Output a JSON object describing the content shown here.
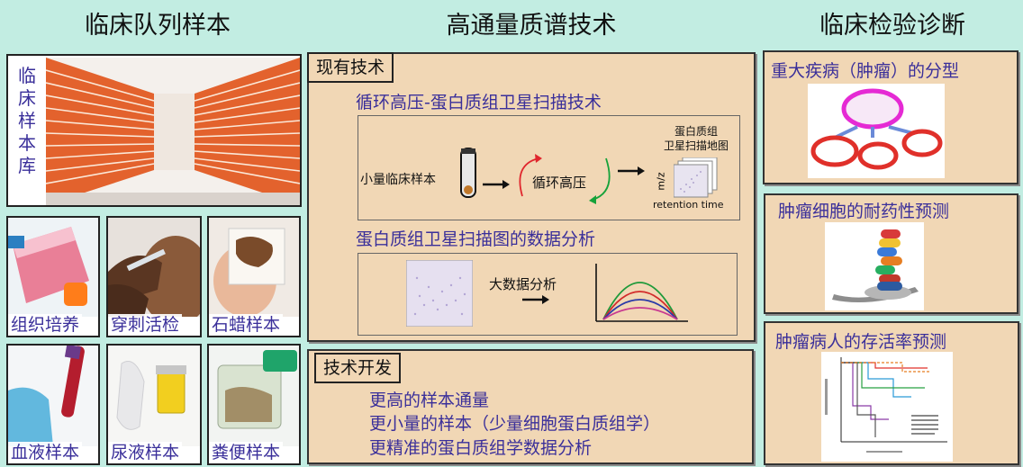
{
  "columns": {
    "left_title": "临床队列样本",
    "middle_title": "高通量质谱技术",
    "right_title": "临床检验诊断"
  },
  "left": {
    "biobank_label_chars": [
      "临",
      "床",
      "样",
      "本",
      "库"
    ],
    "tiles": [
      {
        "label": "组织培养"
      },
      {
        "label": "穿刺活检"
      },
      {
        "label": "石蜡样本"
      },
      {
        "label": "血液样本"
      },
      {
        "label": "尿液样本"
      },
      {
        "label": "粪便样本"
      }
    ]
  },
  "middle": {
    "existing_tab": "现有技术",
    "pcs_title": "循环高压-蛋白质组卫星扫描技术",
    "small_sample_label": "小量临床样本",
    "cycle_label": "循环高压",
    "map_title_line1": "蛋白质组",
    "map_title_line2": "卫星扫描地图",
    "axis_y_label": "m/z",
    "axis_x_label": "retention time",
    "analysis_title": "蛋白质组卫星扫描图的数据分析",
    "big_data_label": "大数据分析",
    "dev_tab": "技术开发",
    "dev_items": [
      "更高的样本通量",
      "更小量的样本（少量细胞蛋白质组学）",
      "更精准的蛋白质组学数据分析"
    ]
  },
  "right": {
    "box1_title": "重大疾病（肿瘤）的分型",
    "box2_title": "肿瘤细胞的耐药性预测",
    "box3_title": "肿瘤病人的存活率预测"
  },
  "colors": {
    "background": "#c2ede2",
    "panel": "#f1d7b5",
    "accent_text": "#3a2f9a"
  }
}
